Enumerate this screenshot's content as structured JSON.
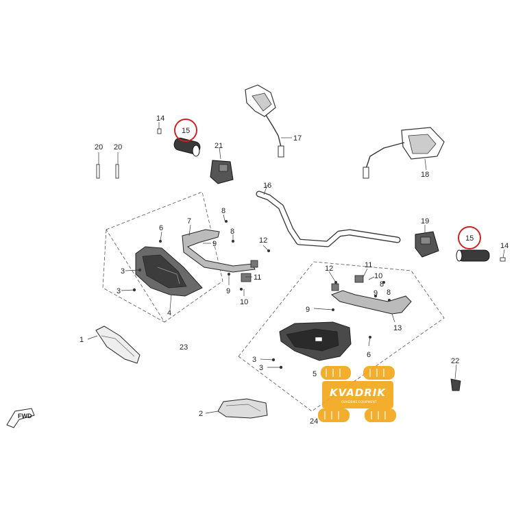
{
  "callouts": {
    "c1": "1",
    "c2": "2",
    "c3a": "3",
    "c3b": "3",
    "c3c": "3",
    "c3d": "3",
    "c4": "4",
    "c5": "5",
    "c6a": "6",
    "c6b": "6",
    "c7": "7",
    "c8a": "8",
    "c8b": "8",
    "c8c": "8",
    "c8d": "8",
    "c9a": "9",
    "c9b": "9",
    "c9c": "9",
    "c9d": "9",
    "c10a": "10",
    "c10b": "10",
    "c11a": "11",
    "c11b": "11",
    "c12a": "12",
    "c12b": "12",
    "c13": "13",
    "c14a": "14",
    "c14b": "14",
    "c15a": "15",
    "c15b": "15",
    "c16": "16",
    "c17": "17",
    "c18": "18",
    "c19": "19",
    "c20a": "20",
    "c20b": "20",
    "c21": "21",
    "c22": "22",
    "c23": "23",
    "c24": "24"
  },
  "fwd_label": "FWD",
  "watermark": {
    "title": "KVADRIK",
    "subtitle": "QUADBIKE EQUIPMENT",
    "color": "#f4a81c"
  },
  "highlight_color": "#cc2222"
}
